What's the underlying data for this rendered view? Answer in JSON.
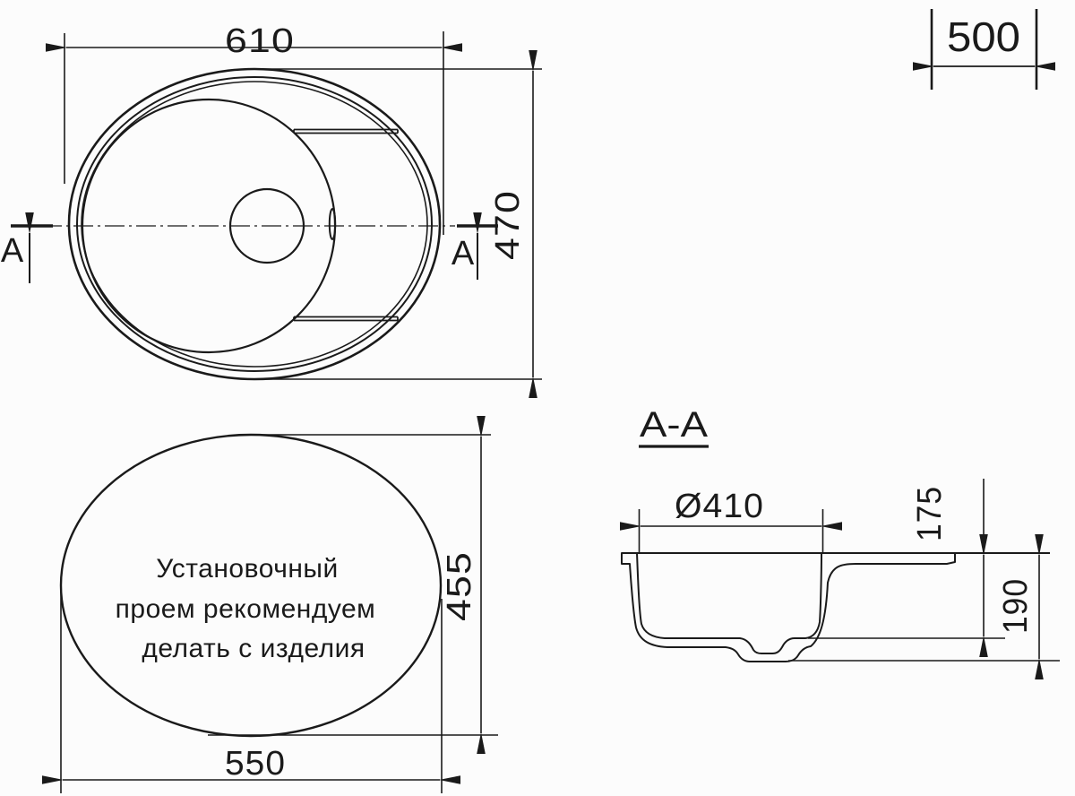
{
  "colors": {
    "ink": "#1a1a1a",
    "background": "#fcfcfc"
  },
  "top_view": {
    "width_dim": "610",
    "height_dim": "470",
    "section_label": "A"
  },
  "scale_block": {
    "value": "500"
  },
  "cutout_view": {
    "note_line1": "Установочный",
    "note_line2": "проем рекомендуем",
    "note_line3": "делать с изделия",
    "width_dim": "550",
    "height_dim": "455"
  },
  "section_view": {
    "title": "A-A",
    "bowl_diameter_dim": "Ø410",
    "depth_dim": "175",
    "overall_height_dim": "190"
  }
}
